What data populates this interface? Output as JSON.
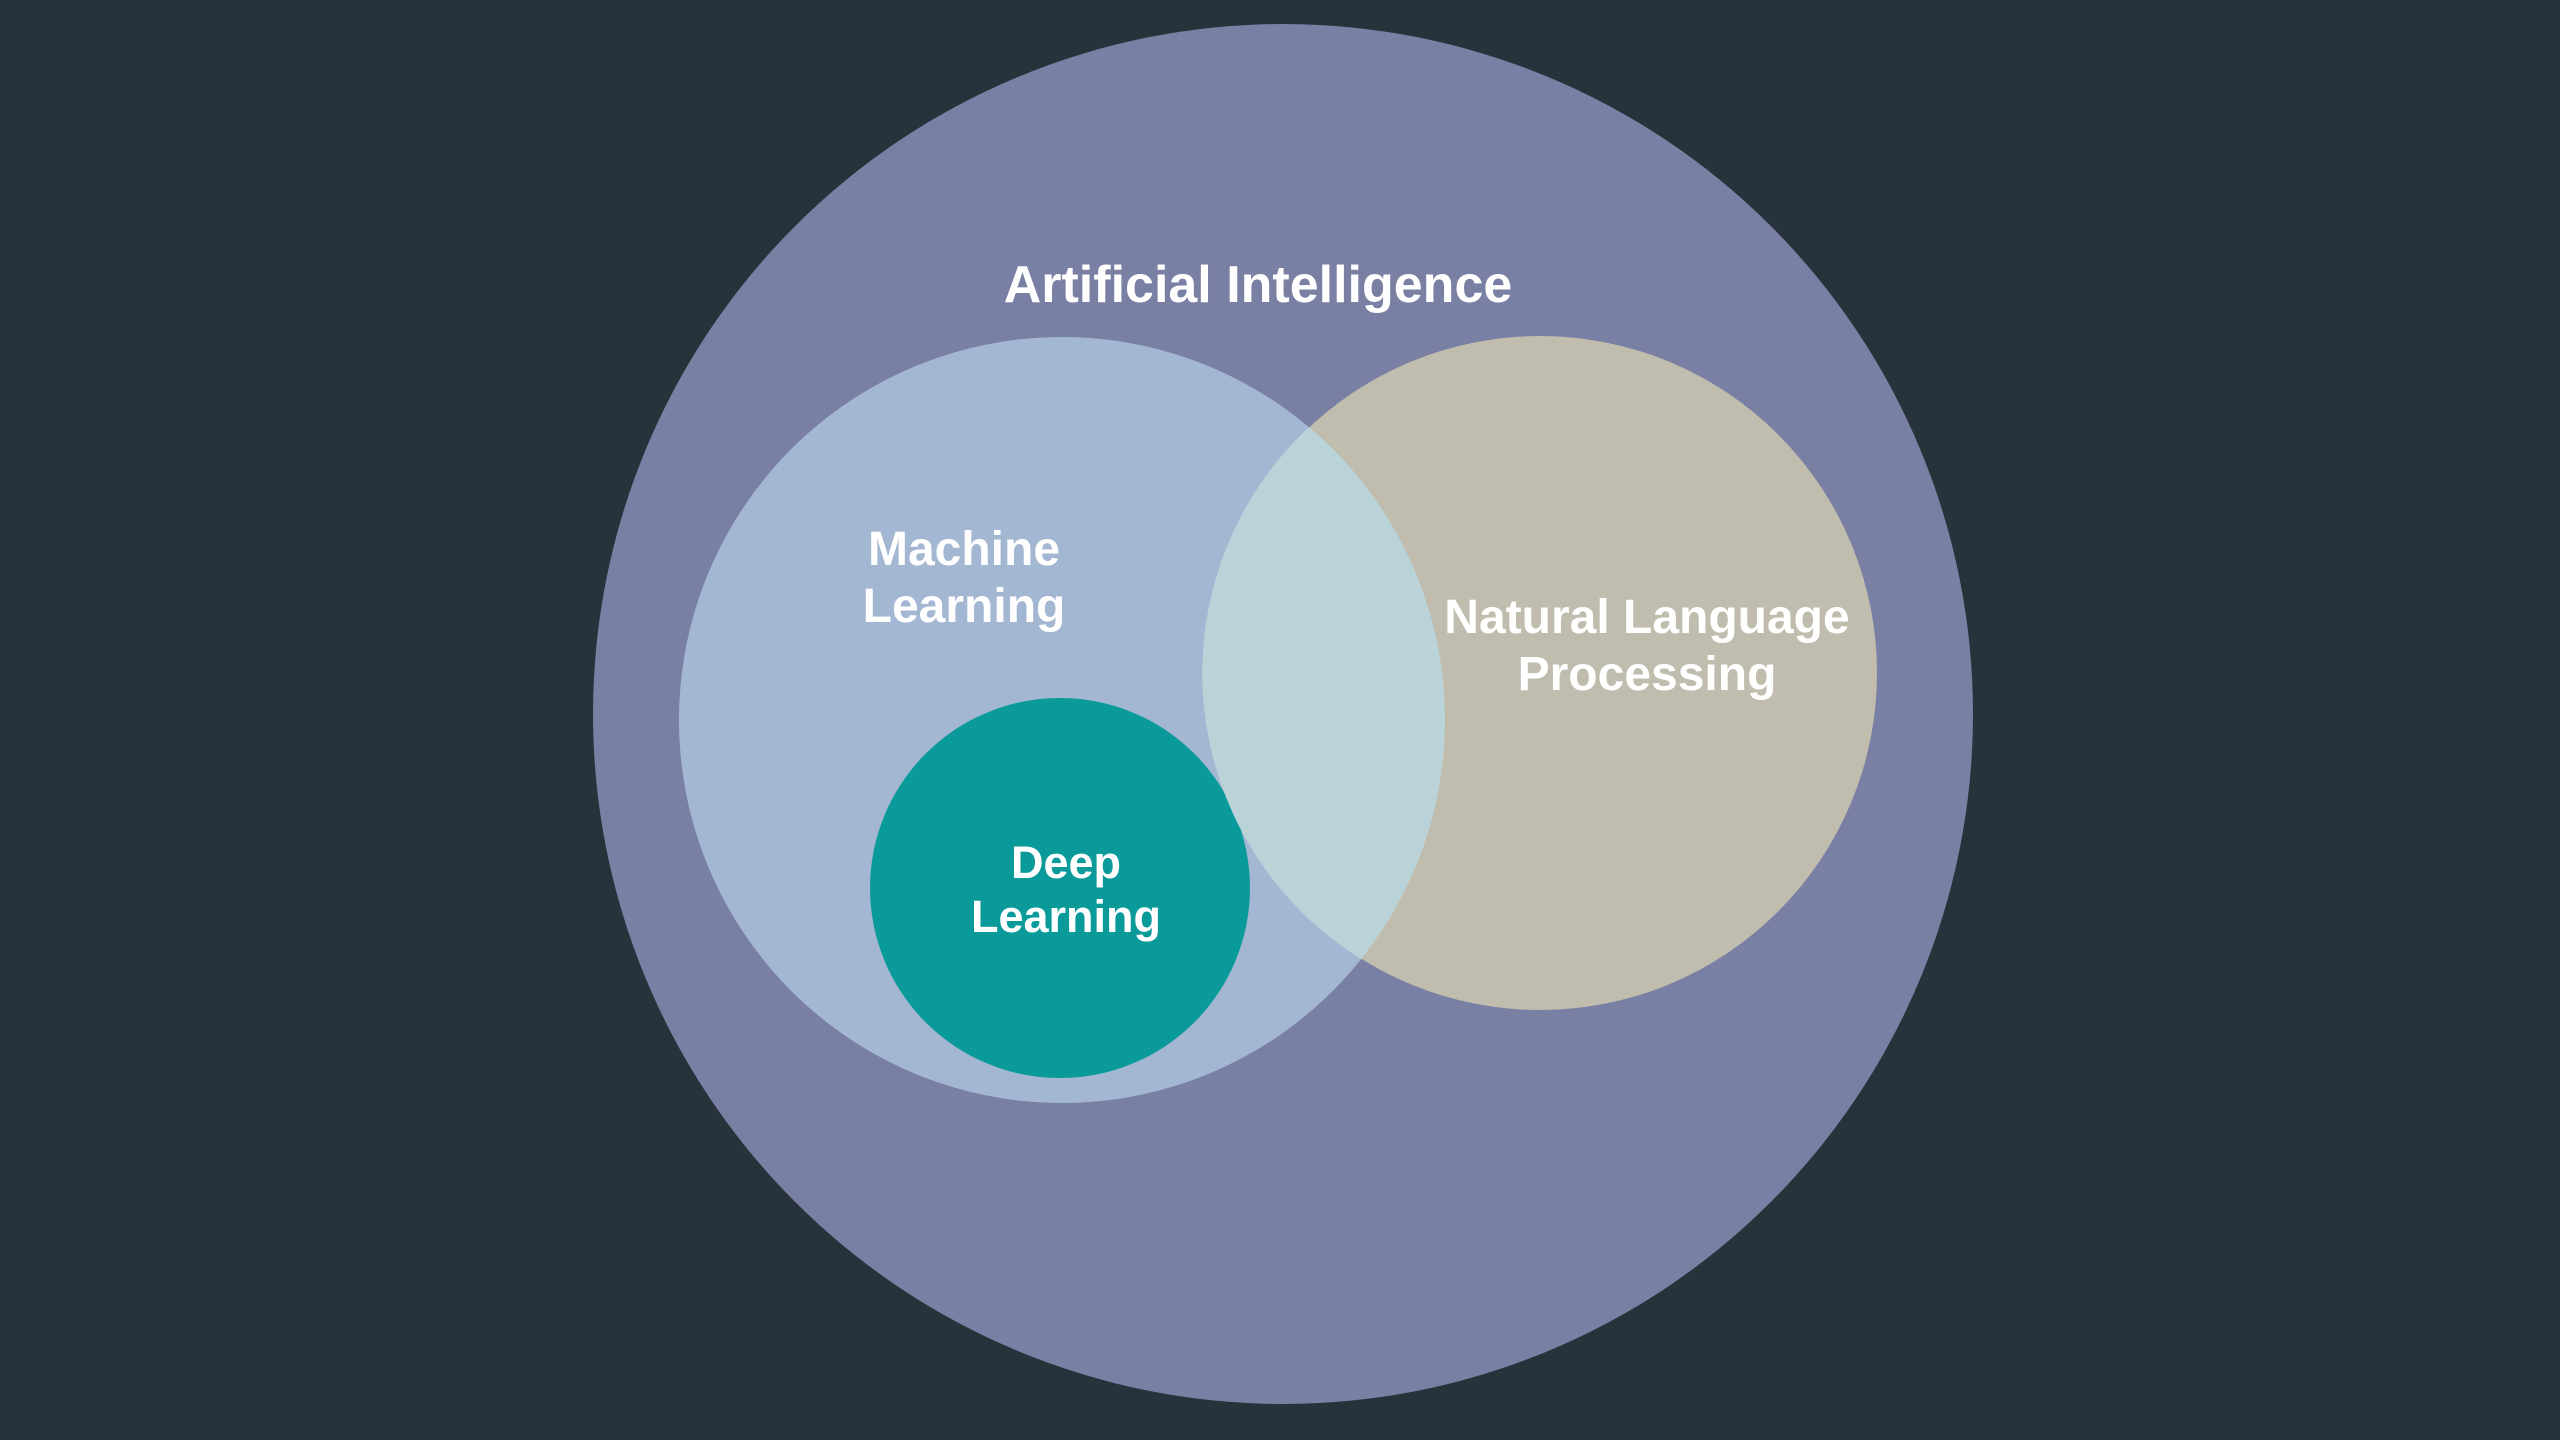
{
  "diagram": {
    "type": "euler-venn",
    "background_color": "#27323A",
    "label_color": "#FFFFFF",
    "sets": {
      "ai": {
        "label": "Artificial Intelligence",
        "color": "#7A7FA4"
      },
      "ml": {
        "label": "Machine Learning",
        "line1": "Machine",
        "line2": "Learning",
        "color": "#A4B7D2"
      },
      "nlp": {
        "label": "Natural Language Processing",
        "line1": "Natural Language",
        "line2": "Processing",
        "color": "#C0BDAE"
      },
      "dl": {
        "label": "Deep Learning",
        "line1": "Deep",
        "line2": "Learning",
        "color": "#0A9A9A"
      }
    },
    "overlaps": {
      "ml_nlp": {
        "label": "",
        "color": "#B9D3D8"
      }
    },
    "relations": [
      "Machine Learning inside Artificial Intelligence",
      "Natural Language Processing inside Artificial Intelligence",
      "Deep Learning inside Machine Learning",
      "Machine Learning overlaps Natural Language Processing"
    ]
  }
}
